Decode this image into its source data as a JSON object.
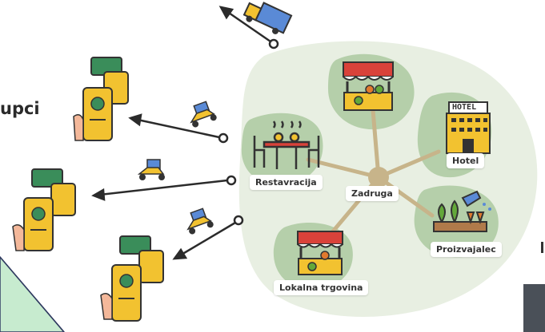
{
  "side_text": "upci",
  "hub": {
    "label": "Zadruga"
  },
  "nodes": {
    "restaurant": "Restavracija",
    "hotel": "Hotel",
    "hotel_sign": "HOTEL",
    "producer": "Proizvajalec",
    "local_shop": "Lokalna trgovina"
  },
  "colors": {
    "blob": "#e8efe2",
    "bubble": "#b5cfaa",
    "spoke": "#c7b48a",
    "arrow": "#2b2b2b",
    "phone": "#f2c230",
    "card": "#3a8d5a",
    "scooter": "#f2c230",
    "truck": "#5a8ad6",
    "corner_triangle": "#c7ebcf"
  }
}
